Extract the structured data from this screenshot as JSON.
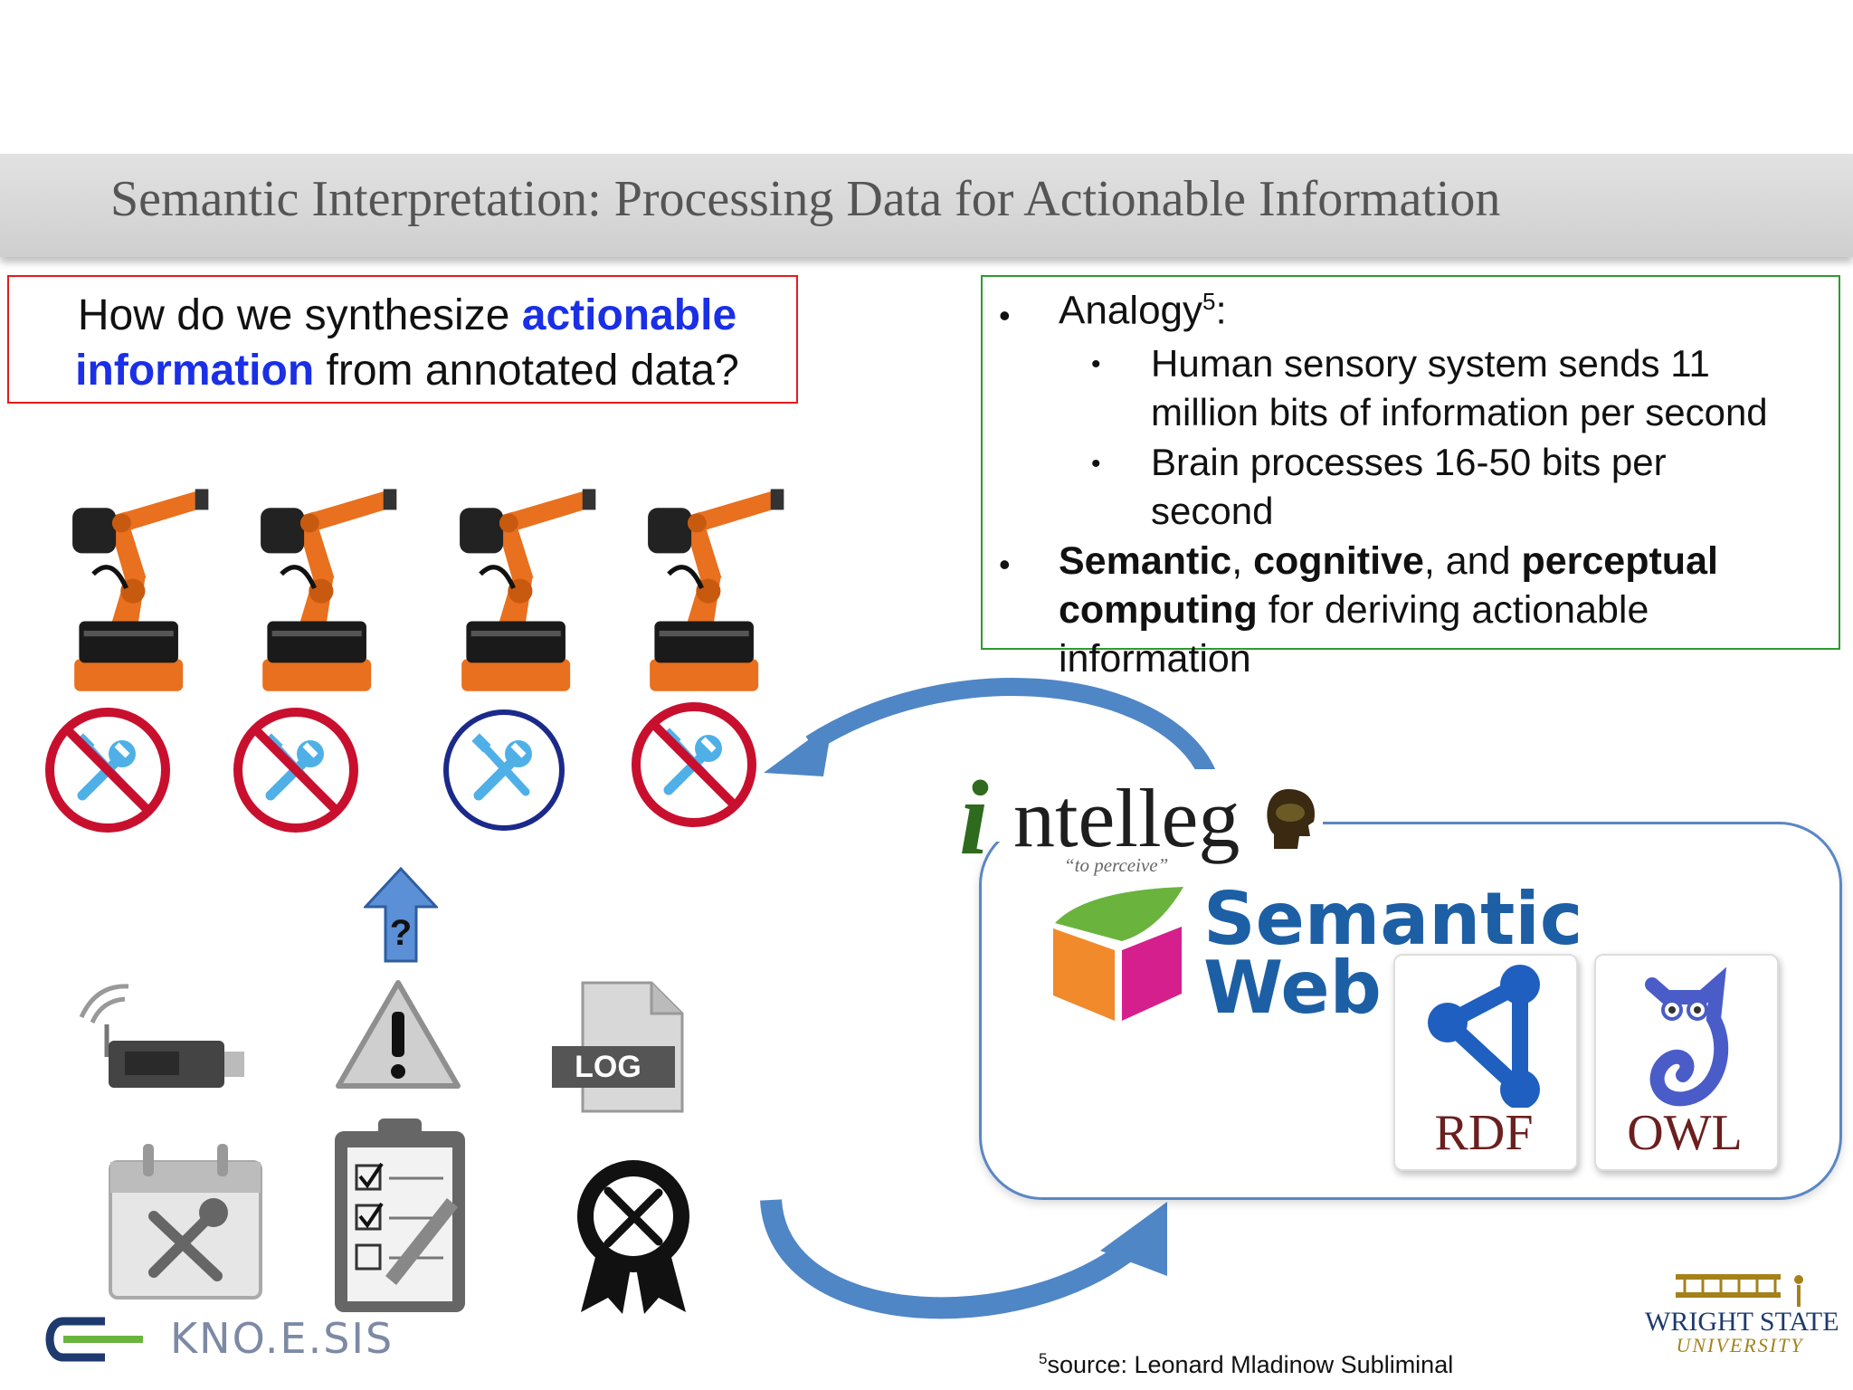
{
  "slide": {
    "title": "Semantic Interpretation: Processing Data for Actionable Information"
  },
  "question": {
    "prefix": "How do we synthesize ",
    "highlight_1": "actionable",
    "highlight_2": "information",
    "suffix": " from annotated data?"
  },
  "analogy": {
    "heading": "Analogy",
    "heading_sup": "5",
    "heading_colon": ":",
    "sub_1_line_1": "Human sensory system sends 11",
    "sub_1_line_2": "million bits of information per second",
    "sub_2_line_1": "Brain processes 16-50 bits per",
    "sub_2_line_2": "second",
    "b2_w1": "Semantic",
    "b2_t1": ", ",
    "b2_w2": "cognitive",
    "b2_t2": ", and ",
    "b2_w3": "perceptual",
    "b2_w4": "computing",
    "b2_t3": " for deriving actionable",
    "b2_line_3": "information"
  },
  "intellego": {
    "name": "ntelleg",
    "i_letter": "i",
    "tagline": "“to perceive”"
  },
  "semantic_web": {
    "line_1": "Semantic",
    "line_2": "Web"
  },
  "formats": {
    "rdf": "RDF",
    "owl": "OWL"
  },
  "icons": {
    "log_label": "LOG",
    "question_mark": "?"
  },
  "footer": {
    "source_sup": "5",
    "source_text": "source: Leonard Mladinow Subliminal",
    "knoesis": "KNO.E.SIS",
    "wright_state_1": "WRIGHT STATE",
    "wright_state_2": "UNIVERSITY"
  },
  "colors": {
    "robot_orange": "#e8701e",
    "prohibit_red": "#c8102e",
    "ok_navy": "#1b2a8a",
    "tool_blue": "#4fb0e8",
    "arrow_blue": "#4f86c6",
    "semantic_web_blue": "#1d5fa5",
    "rdf_blue": "#1f5fbf",
    "owl_brown": "#6b1f1f",
    "knoesis_navy": "#1e3a6e",
    "wsu_gold": "#a5811b"
  }
}
